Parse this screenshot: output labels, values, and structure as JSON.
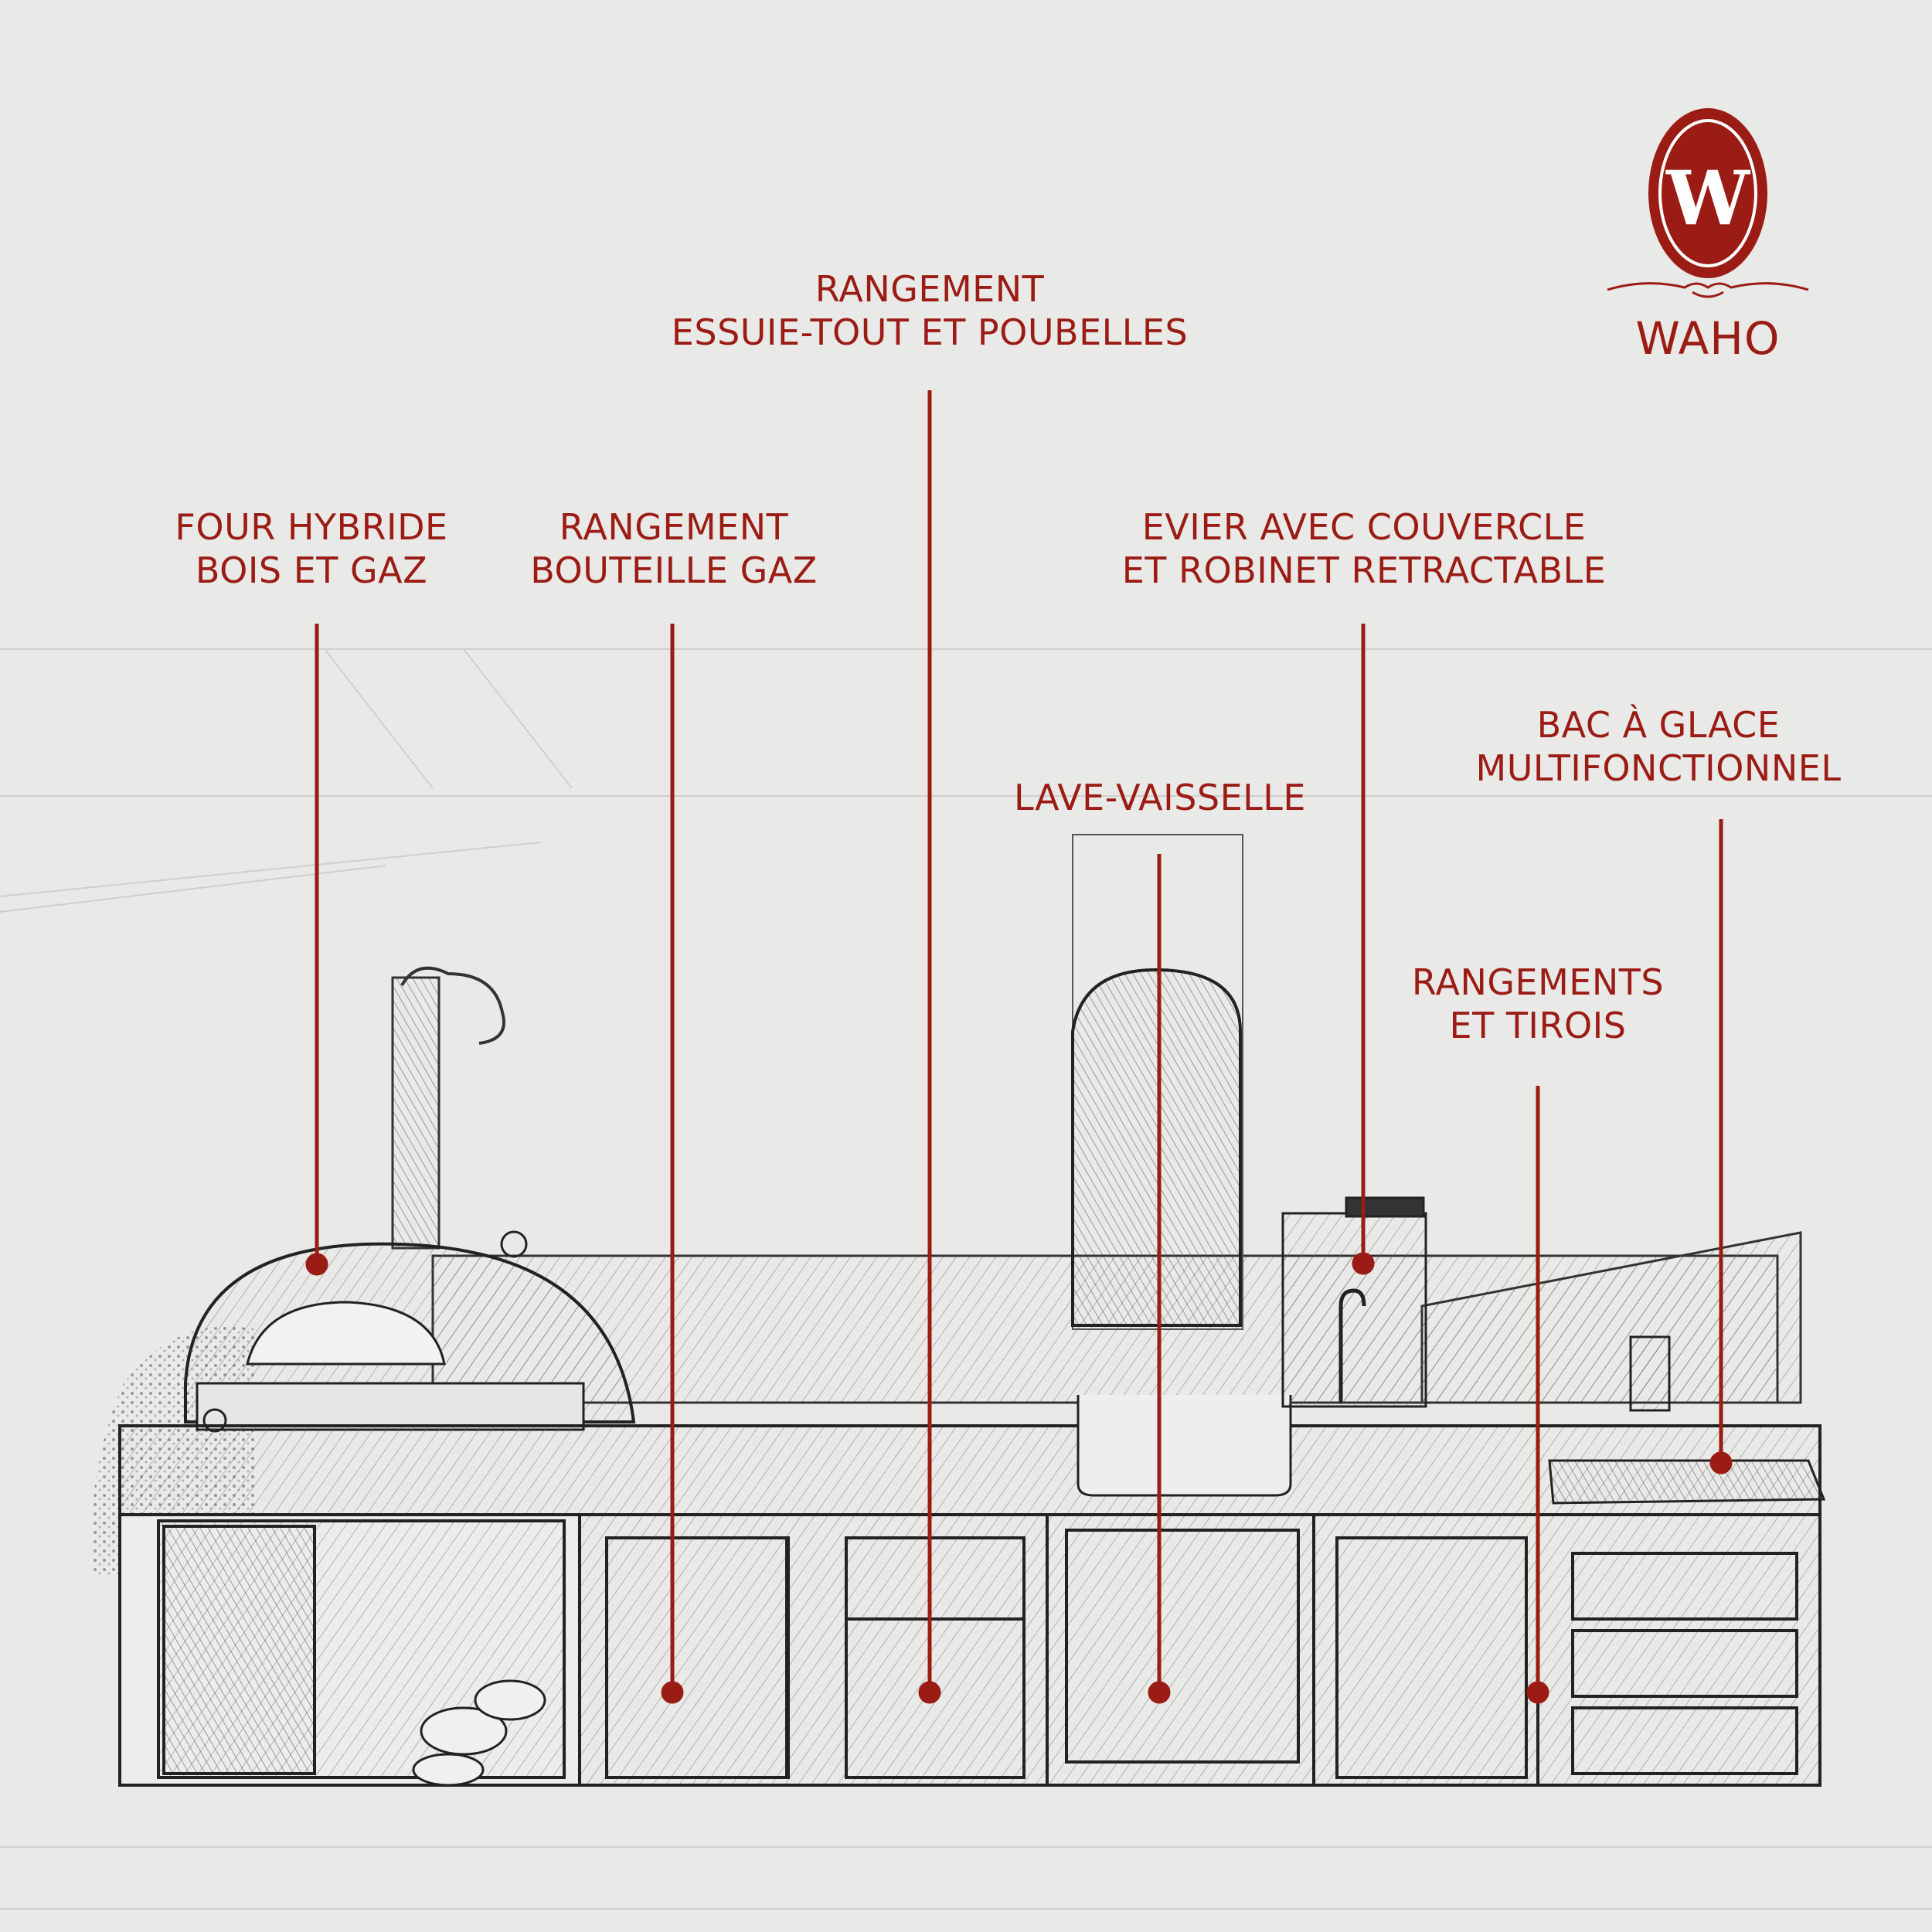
{
  "brand": {
    "letter": "W",
    "name": "WAHO",
    "color": "#9b1c14"
  },
  "callouts": [
    {
      "id": "four",
      "lines": [
        "FOUR HYBRIDE",
        "BOIS ET GAZ"
      ]
    },
    {
      "id": "bouteille",
      "lines": [
        "RANGEMENT",
        "BOUTEILLE GAZ"
      ]
    },
    {
      "id": "essuie",
      "lines": [
        "RANGEMENT",
        "ESSUIE-TOUT ET POUBELLES"
      ]
    },
    {
      "id": "evier",
      "lines": [
        "EVIER AVEC COUVERCLE",
        "ET ROBINET RETRACTABLE"
      ]
    },
    {
      "id": "lave",
      "lines": [
        "LAVE-VAISSELLE"
      ]
    },
    {
      "id": "glace",
      "lines": [
        "BAC À GLACE",
        "MULTIFONCTIONNEL"
      ]
    },
    {
      "id": "tiroirs",
      "lines": [
        "RANGEMENTS",
        "ET TIROIS"
      ]
    }
  ],
  "colors": {
    "accent": "#9b1c14",
    "paper": "#e9e9e8",
    "pencil": "#2d2d2d"
  }
}
